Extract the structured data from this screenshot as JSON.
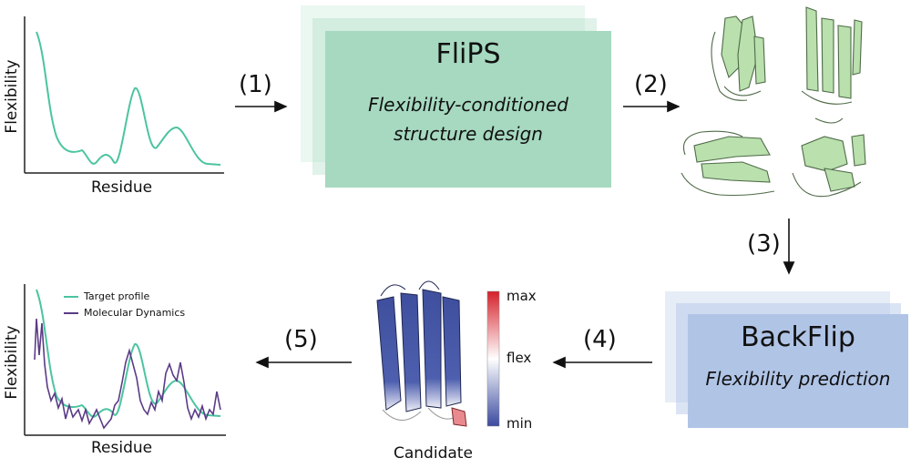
{
  "top_plot": {
    "ylabel": "Flexibility",
    "xlabel": "Residue",
    "curve_color": "#4cc4a0"
  },
  "bottom_plot": {
    "ylabel": "Flexibility",
    "xlabel": "Residue",
    "legend": [
      "Target profile",
      "Molecular Dynamics"
    ],
    "target_color": "#4cc4a0",
    "md_color": "#5b3b86"
  },
  "steps": [
    "(1)",
    "(2)",
    "(3)",
    "(4)",
    "(5)"
  ],
  "flips": {
    "title": "FliPS",
    "subtitle_line1": "Flexibility-conditioned",
    "subtitle_line2": "structure design",
    "color": "#a6d9c0"
  },
  "backflip": {
    "title": "BackFlip",
    "subtitle": "Flexibility prediction",
    "color": "#b0c4e6"
  },
  "colorbar": {
    "max": "max",
    "mid": "flex",
    "min": "min"
  },
  "candidate_label": "Candidate",
  "structure_color": "#b9e0ad",
  "candidate_color": "#3f4f9e"
}
